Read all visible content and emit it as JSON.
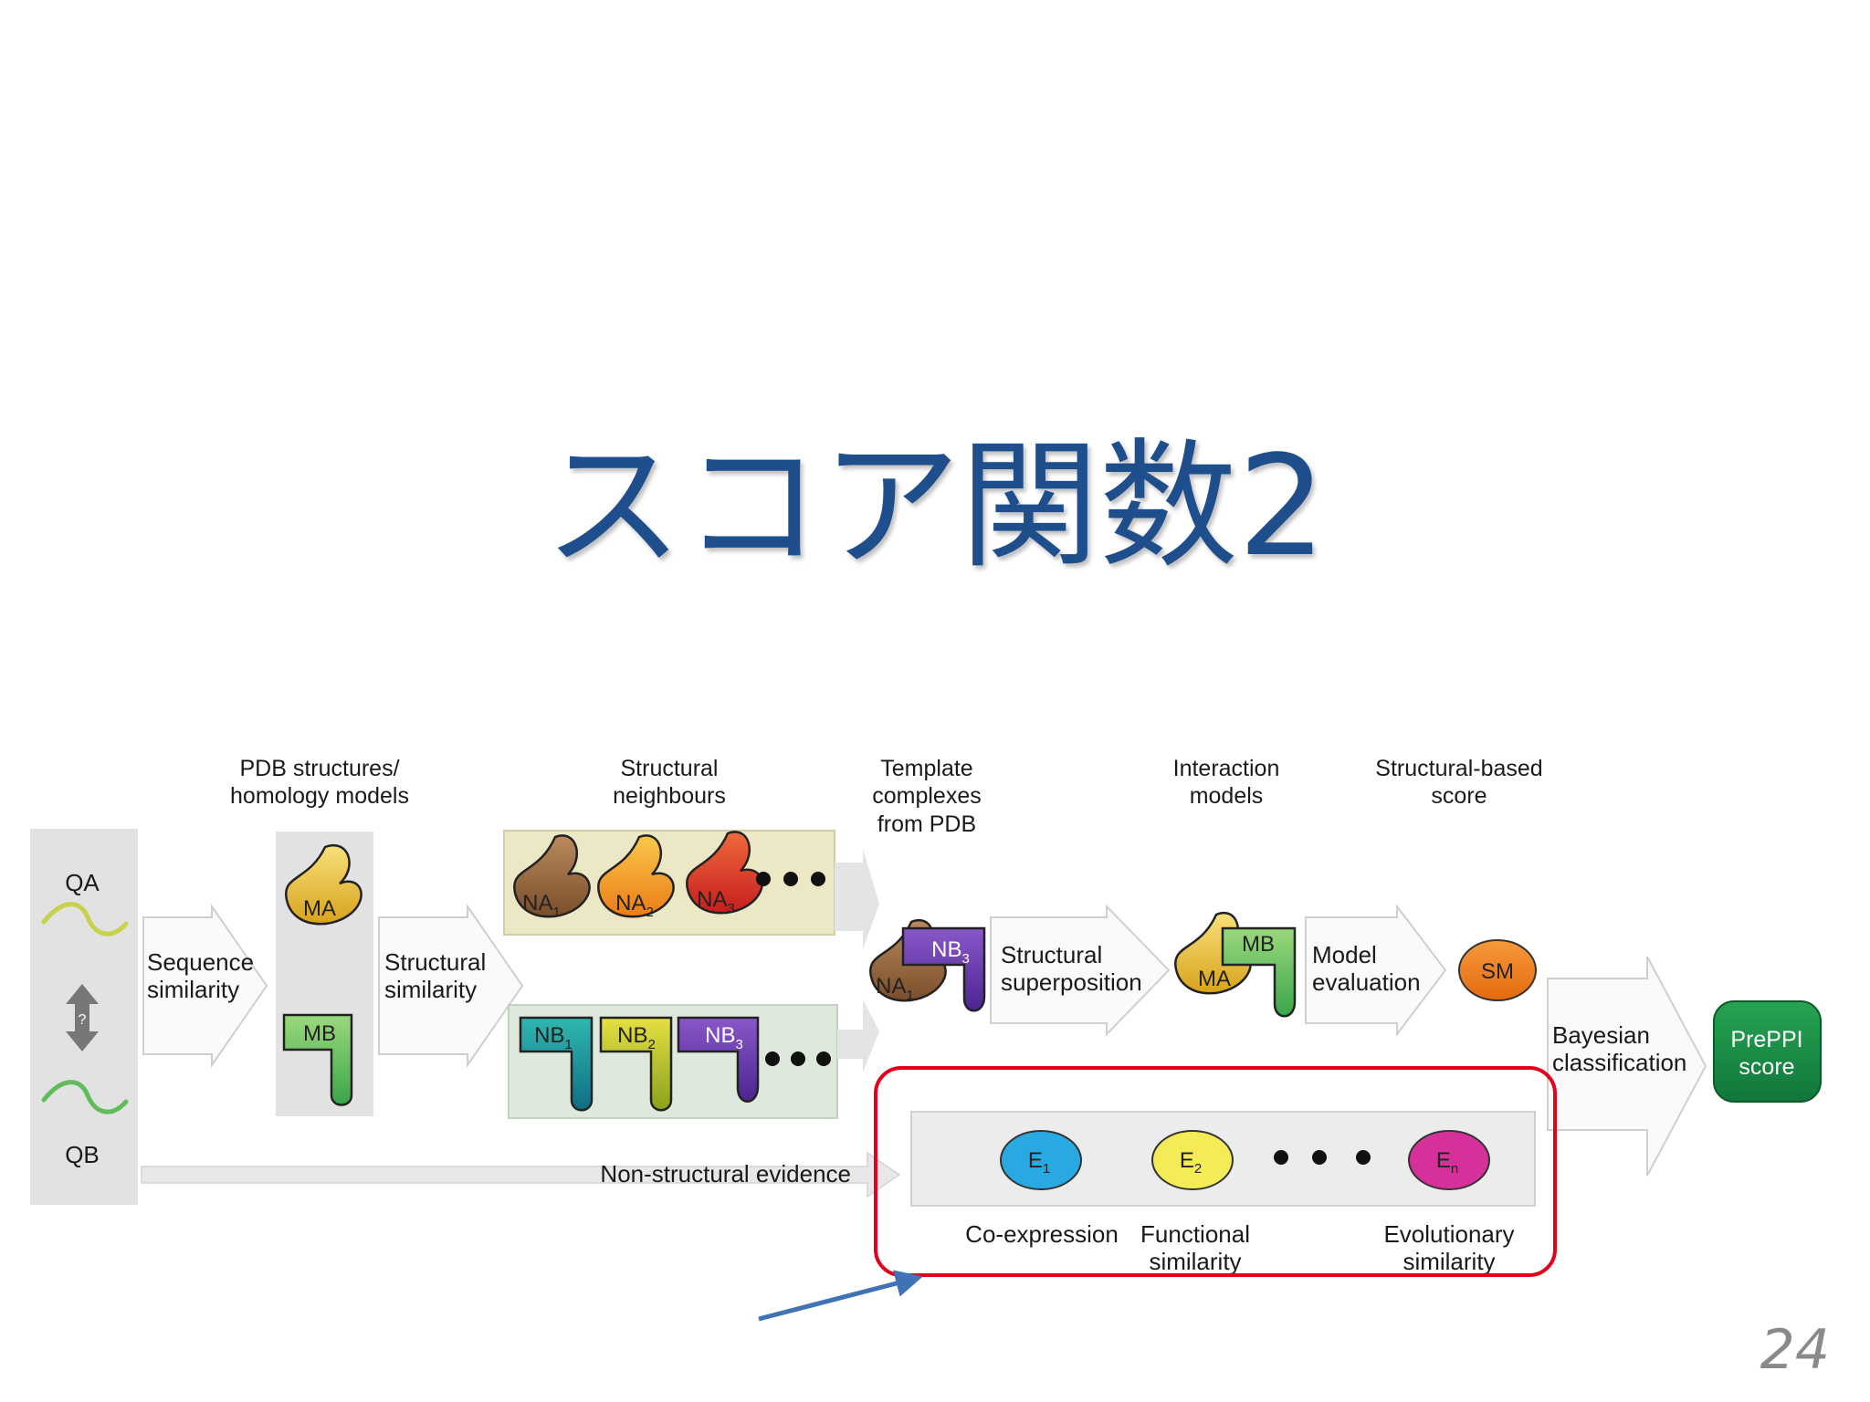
{
  "slide": {
    "title": "スコア関数2",
    "page_number": "24"
  },
  "diagram": {
    "headers": {
      "pdb": [
        "PDB structures/",
        "homology models"
      ],
      "neighbours": [
        "Structural",
        "neighbours"
      ],
      "templates": [
        "Template",
        "complexes",
        "from PDB"
      ],
      "interaction": [
        "Interaction",
        "models"
      ],
      "score": [
        "Structural-based",
        "score"
      ]
    },
    "query": {
      "qa": "QA",
      "qb": "QB",
      "question": "?"
    },
    "arrows": {
      "sequence": [
        "Sequence",
        "similarity"
      ],
      "structural": [
        "Structural",
        "similarity"
      ],
      "superposition": [
        "Structural",
        "superposition"
      ],
      "evaluation": [
        "Model",
        "evaluation"
      ],
      "bayesian": [
        "Bayesian",
        "classification"
      ],
      "nonstructural": "Non-structural evidence"
    },
    "models": {
      "ma": "MA",
      "mb": "MB"
    },
    "neighbours_a": [
      {
        "base": "NA",
        "sub": "1"
      },
      {
        "base": "NA",
        "sub": "2"
      },
      {
        "base": "NA",
        "sub": "3"
      }
    ],
    "neighbours_b": [
      {
        "base": "NB",
        "sub": "1"
      },
      {
        "base": "NB",
        "sub": "2"
      },
      {
        "base": "NB",
        "sub": "3"
      }
    ],
    "template": {
      "na": {
        "base": "NA",
        "sub": "1"
      },
      "nb": {
        "base": "NB",
        "sub": "3"
      }
    },
    "interaction": {
      "ma": "MA",
      "mb": "MB"
    },
    "sm": "SM",
    "preppi": [
      "PrePPI",
      "score"
    ],
    "evidence": [
      {
        "base": "E",
        "sub": "1",
        "label": [
          "Co-expression"
        ]
      },
      {
        "base": "E",
        "sub": "2",
        "label": [
          "Functional",
          "similarity"
        ]
      },
      {
        "base": "E",
        "sub": "n",
        "label": [
          "Evolutionary",
          "similarity"
        ]
      }
    ],
    "colors": {
      "title": "#1f4e8c",
      "highlight_box": "#e3001b",
      "pointer_arrow": "#3f73b6",
      "sm": "#f07d1a",
      "preppi": "#1a8c3e",
      "e1": "#29a9e1",
      "e2": "#f3ec57",
      "en": "#d6309a"
    }
  }
}
